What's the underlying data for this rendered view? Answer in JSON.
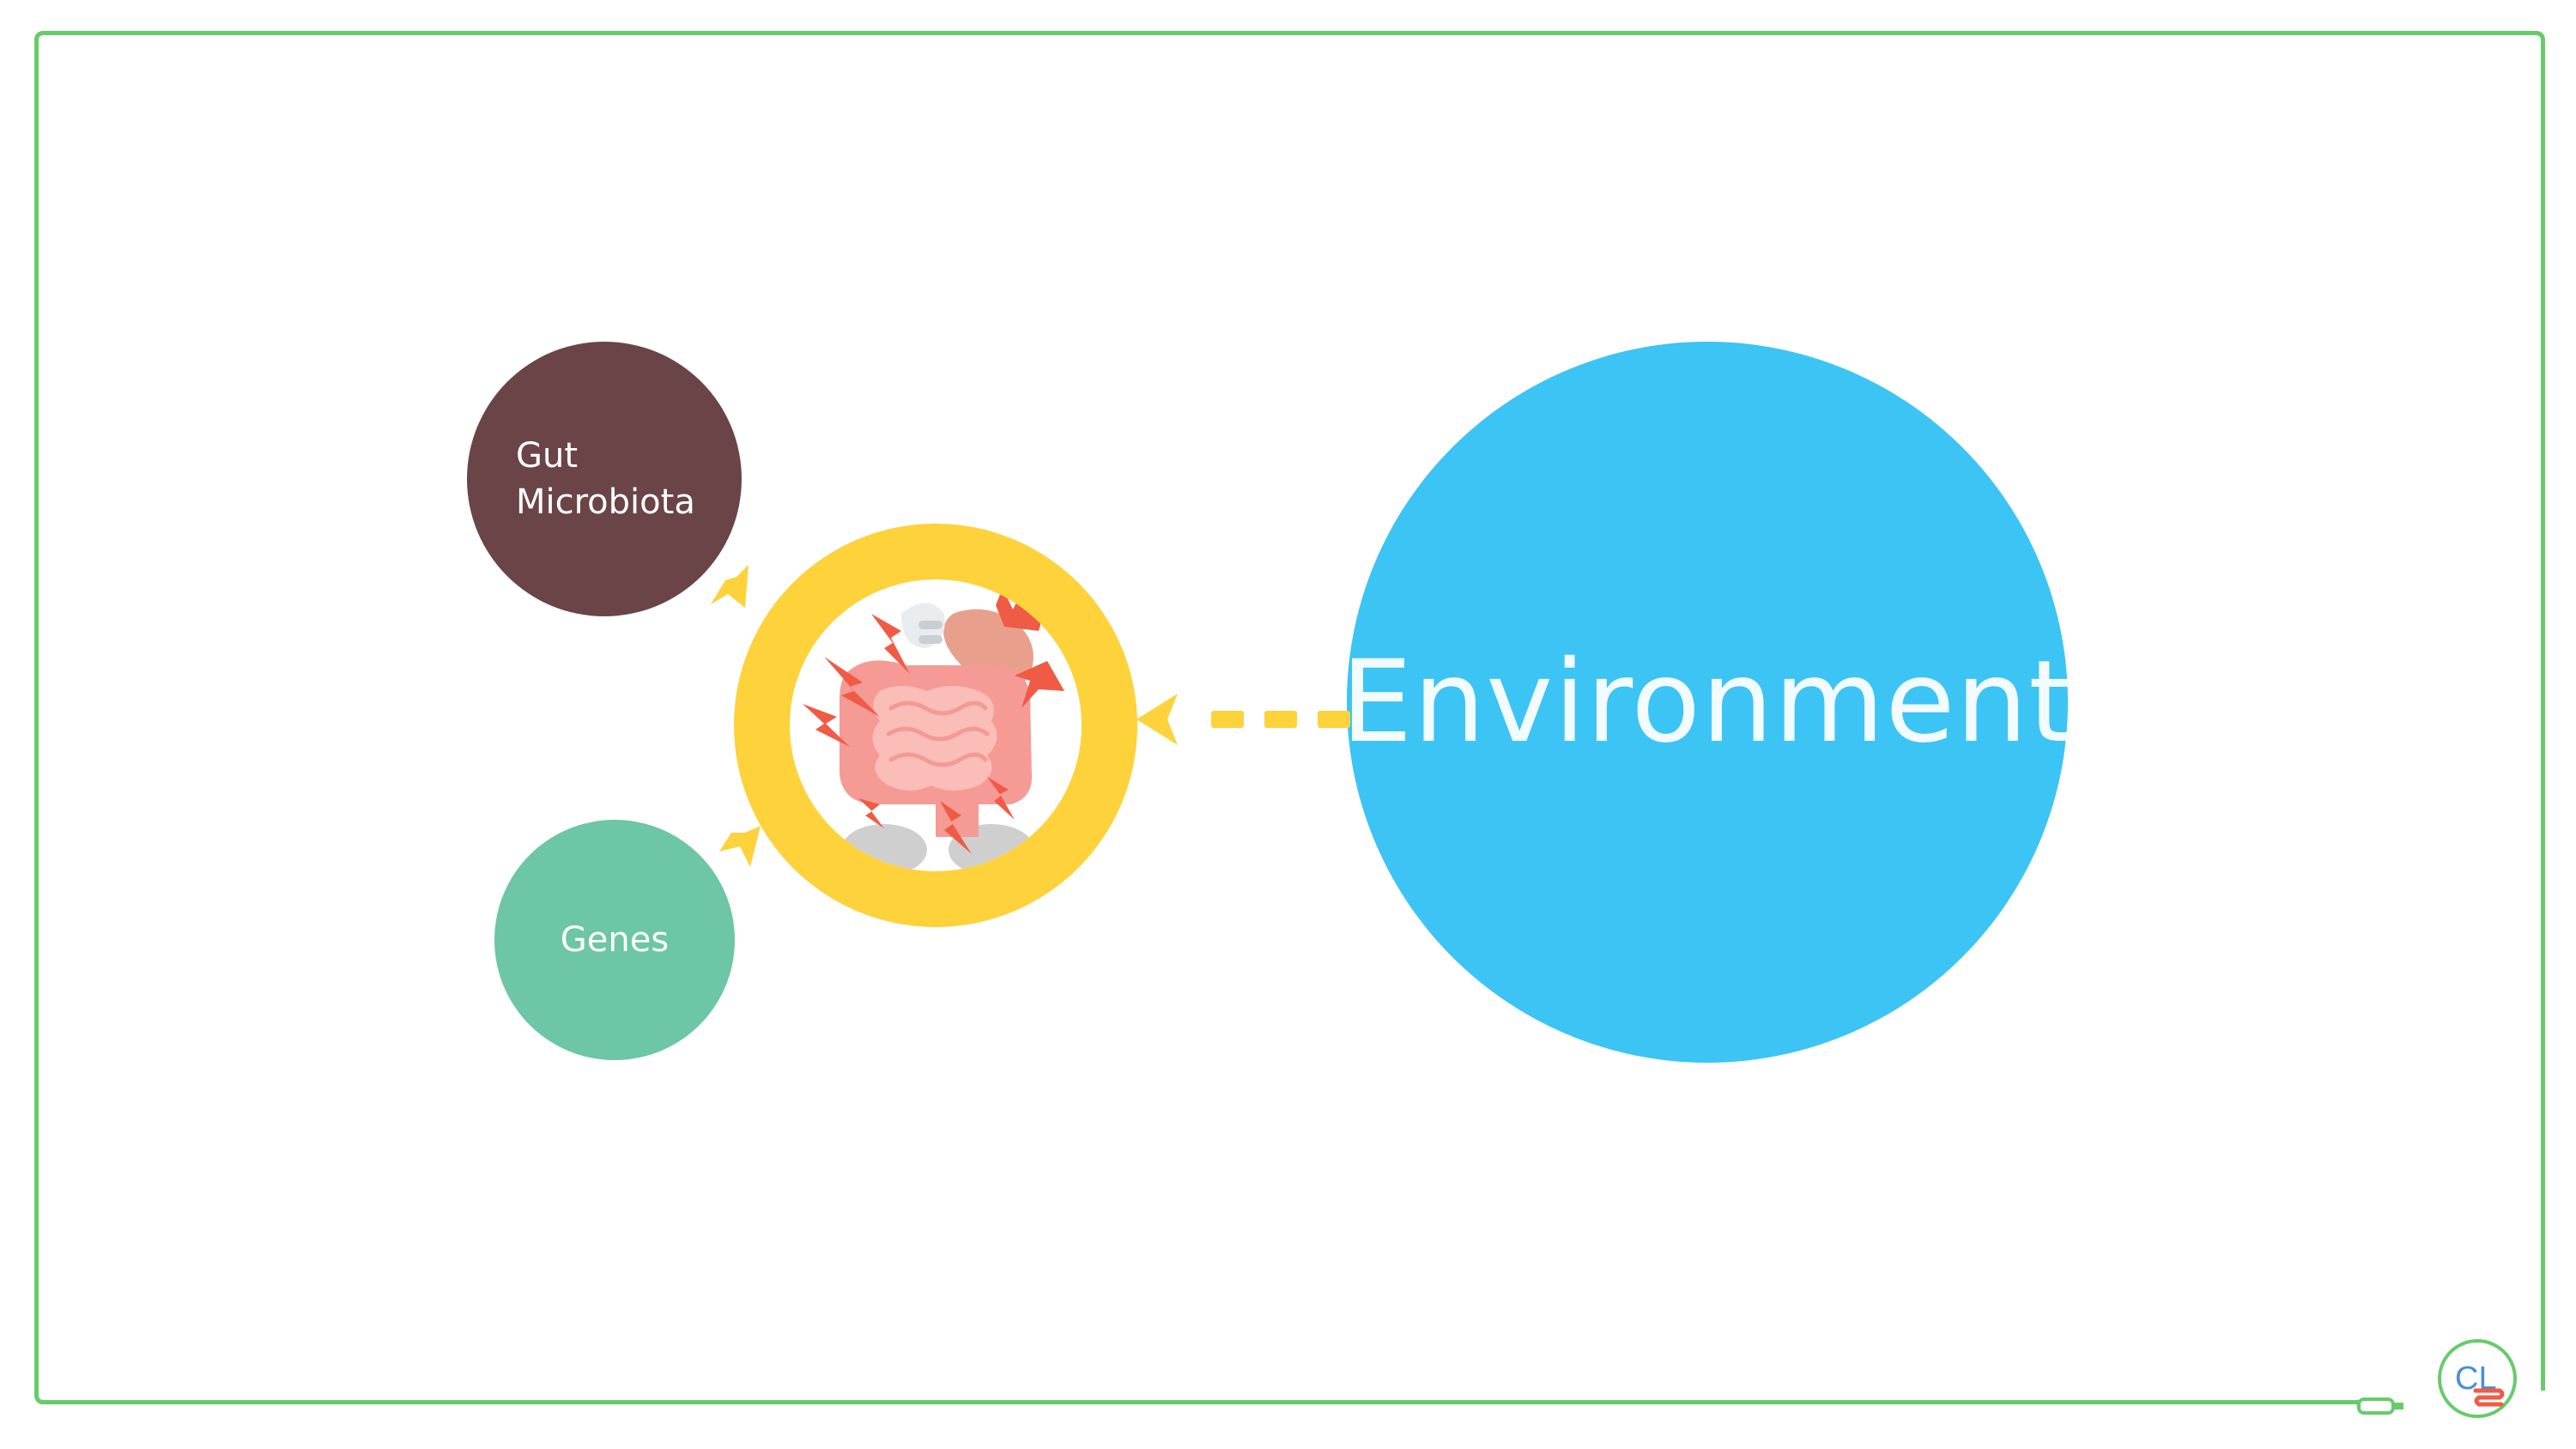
{
  "diagram": {
    "nodes": {
      "gut_microbiota": {
        "line1": "Gut",
        "line2": "Microbiota",
        "color": "#6b4448"
      },
      "genes": {
        "label": "Genes",
        "color": "#6dc6a6"
      },
      "environment": {
        "label": "Environment",
        "color": "#3cc4f4"
      },
      "gut_center": {
        "ring_color": "#fdd23b",
        "icon": "inflamed-intestine-icon"
      }
    },
    "arrow_color": "#fdd23b",
    "lightning_color": "#ef5b45",
    "frame_color": "#66cc6a"
  },
  "logo": {
    "text": "CL",
    "icon": "cl-logo-icon"
  }
}
